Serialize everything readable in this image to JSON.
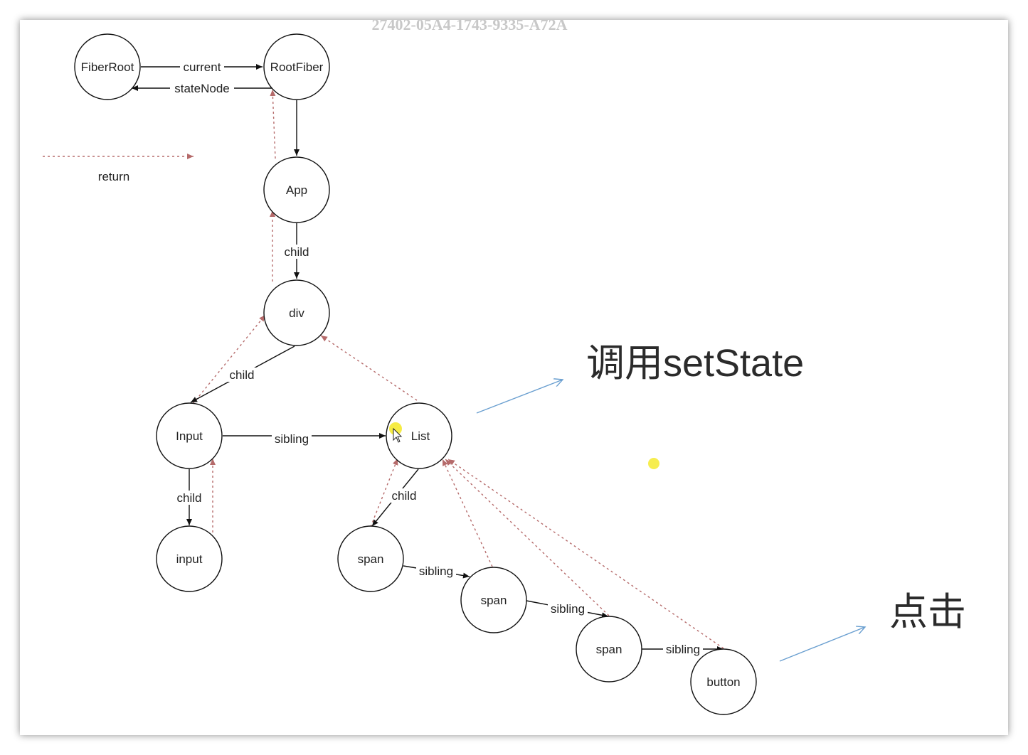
{
  "watermark": "27402-05A4-1743-9335-A72A",
  "legend": {
    "label": "return"
  },
  "nodes": {
    "fiberroot": "FiberRoot",
    "rootfiber": "RootFiber",
    "app": "App",
    "div": "div",
    "Input": "Input",
    "list": "List",
    "input_lower": "input",
    "span1": "span",
    "span2": "span",
    "span3": "span",
    "button": "button"
  },
  "edge_labels": {
    "current": "current",
    "statenode": "stateNode",
    "app_child": "child",
    "div_child": "child",
    "input_sibling": "sibling",
    "input_child": "child",
    "list_child": "child",
    "span1_sibling": "sibling",
    "span2_sibling": "sibling",
    "span3_sibling": "sibling"
  },
  "annotations": {
    "setstate": "调用setState",
    "click": "点击"
  },
  "colors": {
    "return_edge": "#b56a6a",
    "annotation_arrow": "#6a9fd0",
    "highlight": "#f5ea30"
  }
}
